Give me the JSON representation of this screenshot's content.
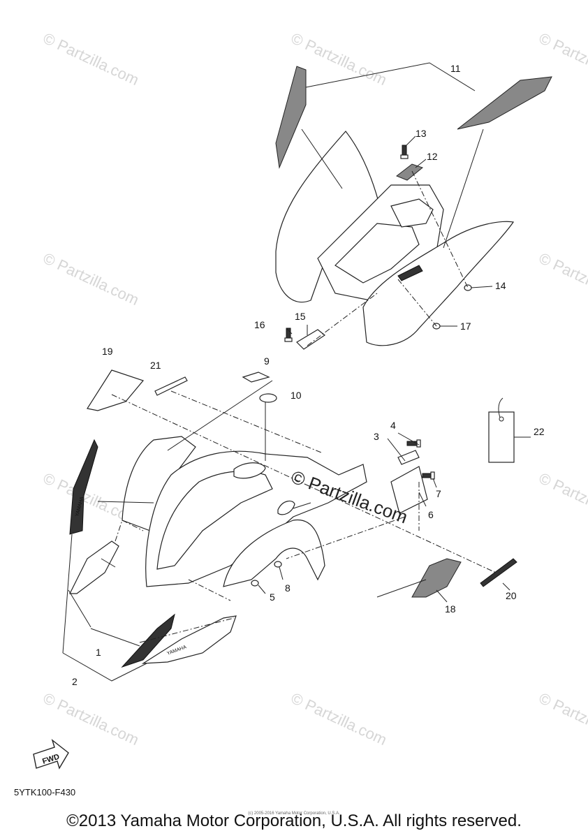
{
  "watermark": "© Partzilla.com",
  "watermark_center": "© Partzilla.com",
  "callouts": {
    "c1": "1",
    "c2": "2",
    "c3": "3",
    "c4": "4",
    "c5": "5",
    "c6": "6",
    "c7": "7",
    "c8": "8",
    "c9": "9",
    "c10": "10",
    "c11": "11",
    "c12": "12",
    "c13": "13",
    "c14": "14",
    "c15": "15",
    "c16": "16",
    "c17": "17",
    "c18": "18",
    "c19": "19",
    "c20": "20",
    "c21": "21",
    "c22": "22"
  },
  "fwd_label": "FWD",
  "brand_decal": "YAMAHA",
  "diagram_code": "5YTK100-F430",
  "copyright": "©2013 Yamaha Motor Corporation, U.S.A. All rights reserved.",
  "small_copyright": "(c) 2005-2016 Yamaha Motor Corporation, U.S.A."
}
